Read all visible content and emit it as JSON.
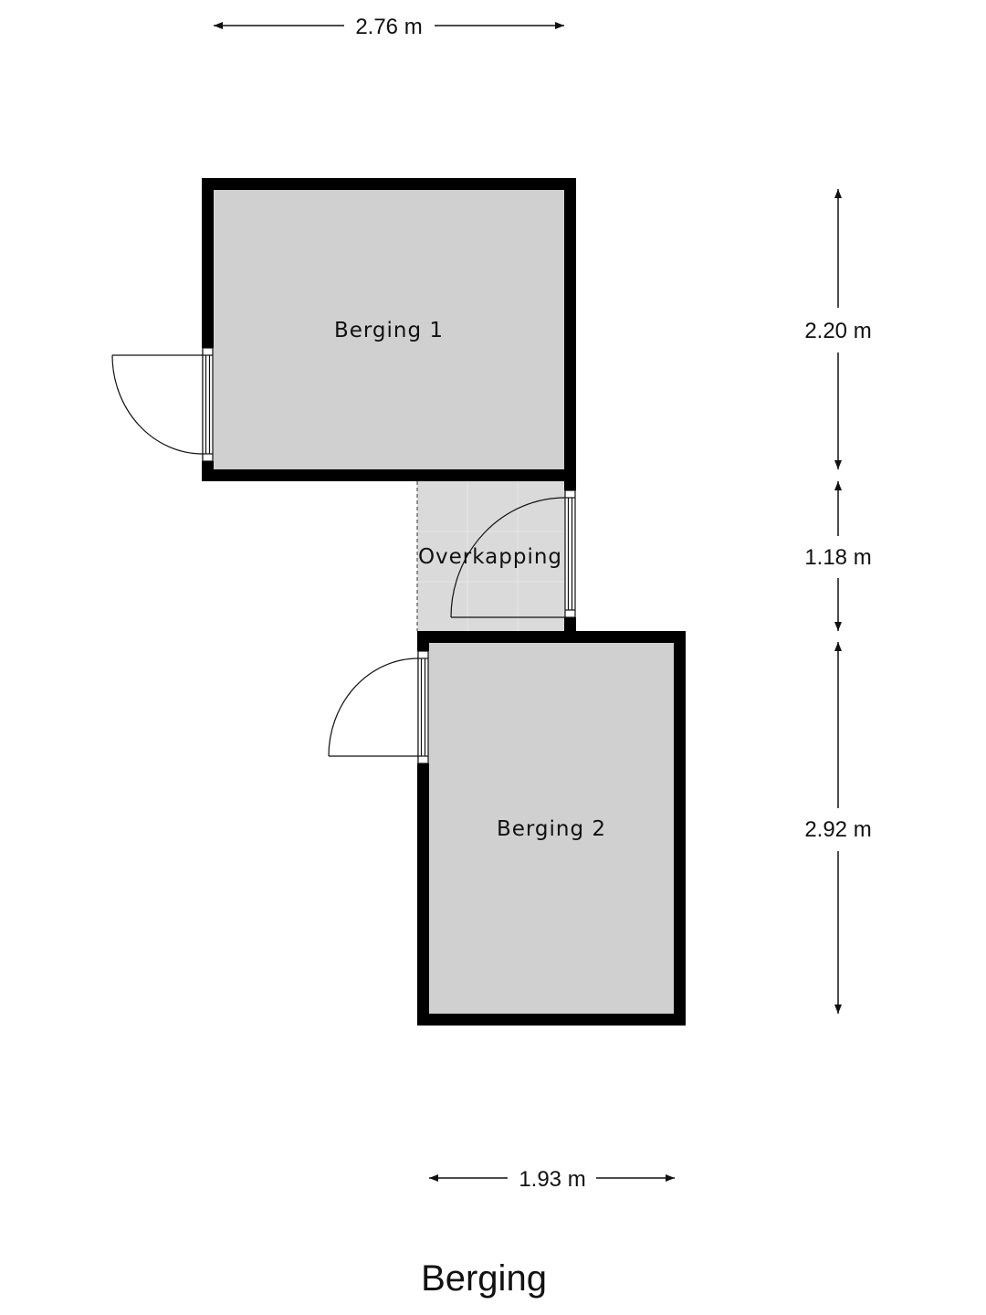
{
  "plan": {
    "title": "Berging",
    "rooms": {
      "berging_1": "Berging 1",
      "overkapping": "Overkapping",
      "berging_2": "Berging 2"
    },
    "dimensions": {
      "top_width": "2.76 m",
      "bottom_width": "1.93 m",
      "height_berging_1": "2.20 m",
      "height_overkapping": "1.18 m",
      "height_berging_2": "2.92 m"
    }
  },
  "colors": {
    "wall": "#000000",
    "room_fill": "#d0d0d0",
    "covered_fill": "#dadada",
    "line": "#111111",
    "background": "#ffffff"
  }
}
